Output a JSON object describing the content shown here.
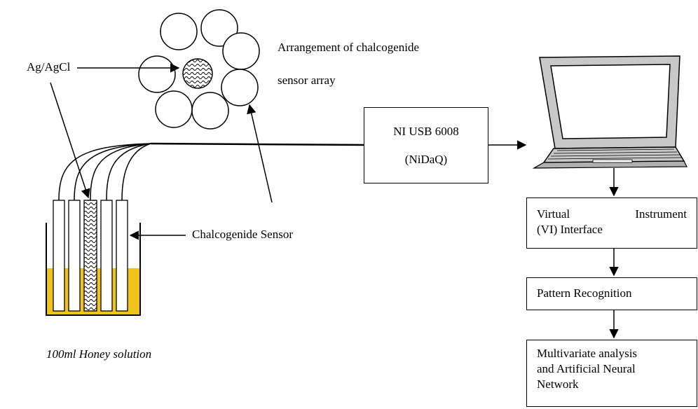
{
  "labels": {
    "ag_agcl": "Ag/AgCl",
    "arrangement_line1": "Arrangement of chalcogenide",
    "arrangement_line2": "sensor array",
    "chalcogenide_sensor": "Chalcogenide Sensor",
    "honey_solution": "100ml Honey solution"
  },
  "daq_box": {
    "line1": "NI USB 6008",
    "line2": "(NiDaQ)"
  },
  "pipeline": {
    "vi_word1": "Virtual",
    "vi_word2": "Instrument",
    "vi_line2": "(VI) Interface",
    "pattern": "Pattern Recognition",
    "mva_line1": "Multivariate analysis",
    "mva_line2": "and Artificial Neural",
    "mva_line3": "Network"
  },
  "colors": {
    "solution": "#f0c419",
    "line": "#000000"
  },
  "icons": [
    "laptop-icon",
    "beaker-icon",
    "sensor-array-icon"
  ]
}
